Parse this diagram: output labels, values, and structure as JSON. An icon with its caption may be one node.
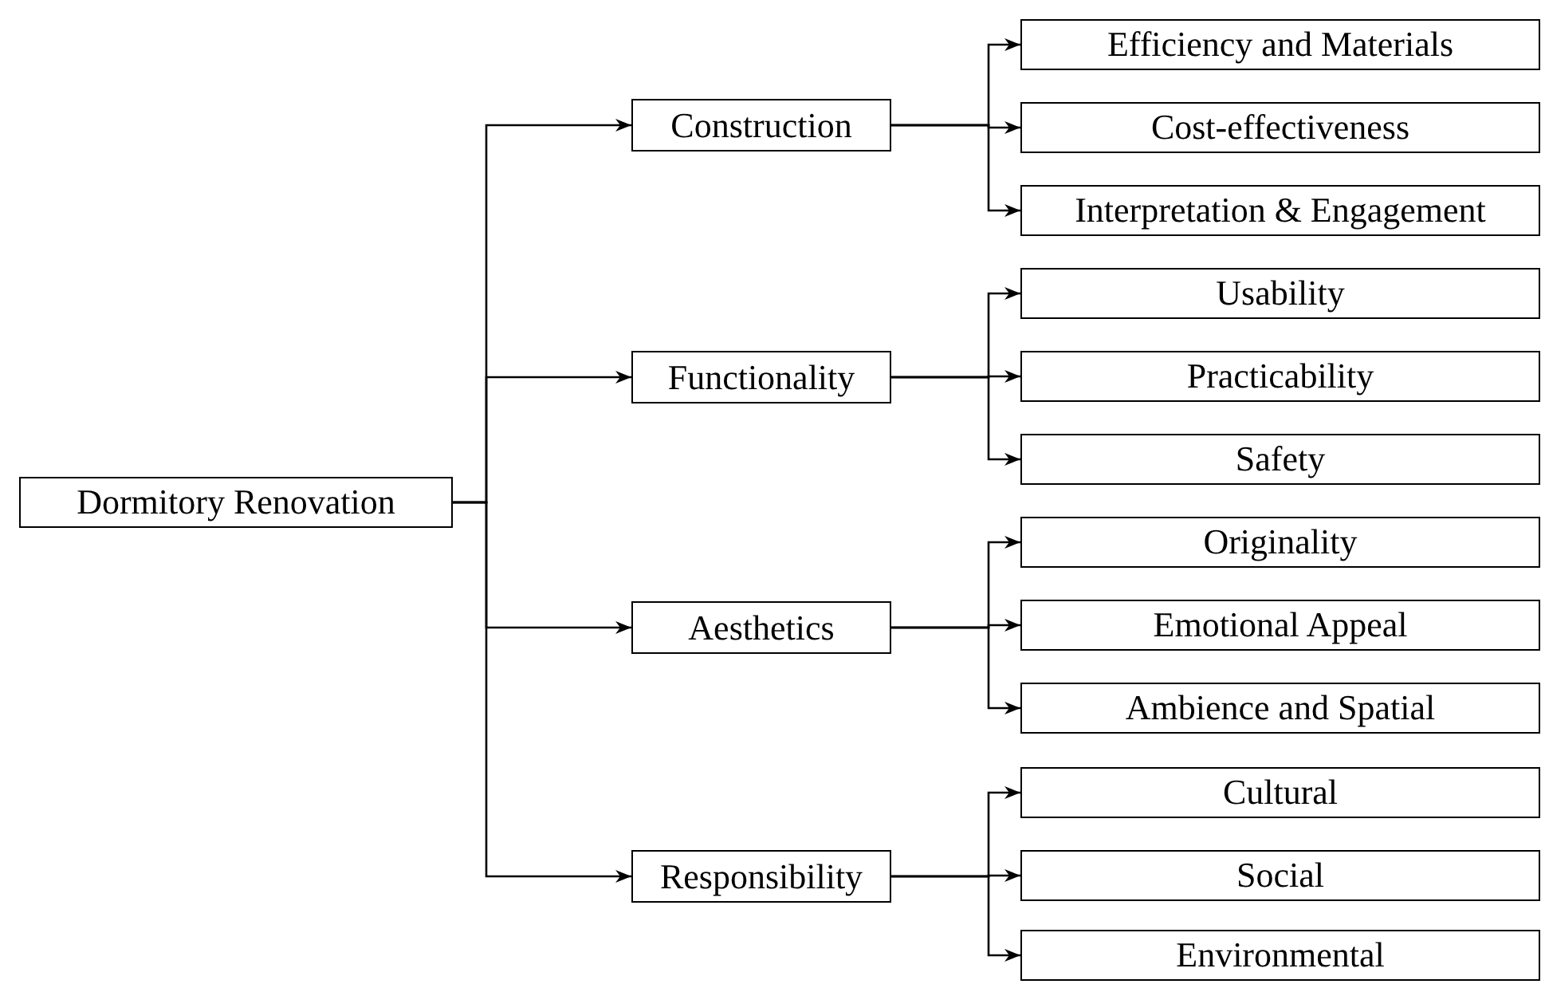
{
  "diagram": {
    "nodes": [
      {
        "text": [
          "Dormitory Renovation"
        ]
      },
      {
        "text": [
          "Construction"
        ]
      },
      {
        "text": [
          "Efficiency and Materials"
        ]
      },
      {
        "text": [
          "Cost-effectiveness"
        ]
      },
      {
        "text": [
          "Interpretation & Engagement"
        ]
      },
      {
        "text": [
          "Functionality"
        ]
      },
      {
        "text": [
          "Usability"
        ]
      },
      {
        "text": [
          "Practicability"
        ]
      },
      {
        "text": [
          "Safety"
        ]
      },
      {
        "text": [
          "Aesthetics"
        ]
      },
      {
        "text": [
          "Originality"
        ]
      },
      {
        "text": [
          "Emotional Appeal"
        ]
      },
      {
        "text": [
          "Ambience and Spatial"
        ]
      },
      {
        "text": [
          "Responsibility"
        ]
      },
      {
        "text": [
          "Cultural"
        ]
      },
      {
        "text": [
          "Social"
        ]
      },
      {
        "text": [
          "Environmental"
        ]
      }
    ],
    "edges": [
      {
        "from": 0,
        "to": 1,
        "arrow": "to"
      },
      {
        "from": 0,
        "to": 5,
        "arrow": "to"
      },
      {
        "from": 0,
        "to": 9,
        "arrow": "to"
      },
      {
        "from": 0,
        "to": 13,
        "arrow": "to"
      },
      {
        "from": 1,
        "to": 2,
        "arrow": "to"
      },
      {
        "from": 1,
        "to": 3,
        "arrow": "to"
      },
      {
        "from": 1,
        "to": 4,
        "arrow": "to"
      },
      {
        "from": 5,
        "to": 6,
        "arrow": "to"
      },
      {
        "from": 5,
        "to": 7,
        "arrow": "to"
      },
      {
        "from": 5,
        "to": 8,
        "arrow": "to"
      },
      {
        "from": 9,
        "to": 10,
        "arrow": "to"
      },
      {
        "from": 9,
        "to": 11,
        "arrow": "to"
      },
      {
        "from": 9,
        "to": 12,
        "arrow": "to"
      },
      {
        "from": 13,
        "to": 14,
        "arrow": "to"
      },
      {
        "from": 13,
        "to": 15,
        "arrow": "to"
      },
      {
        "from": 13,
        "to": 16,
        "arrow": "to"
      }
    ]
  }
}
